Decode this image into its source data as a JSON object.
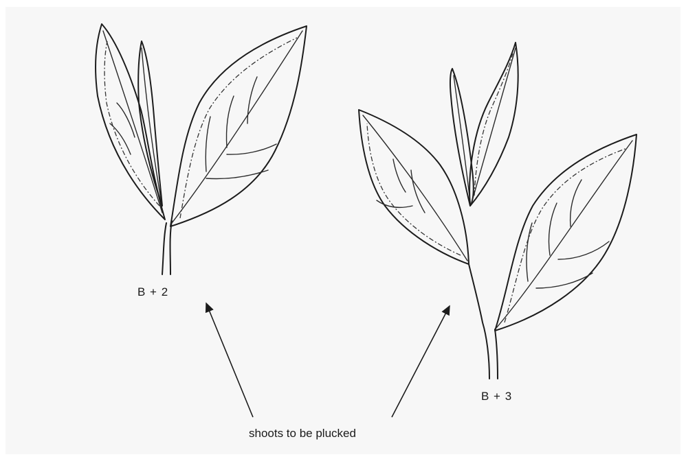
{
  "labels": {
    "shoot_b2": "B + 2",
    "shoot_b3": "B + 3",
    "caption": "shoots to be plucked"
  },
  "colors": {
    "background": "#ffffff",
    "sheet": "#f7f7f7",
    "ink": "#1c1c1c"
  }
}
